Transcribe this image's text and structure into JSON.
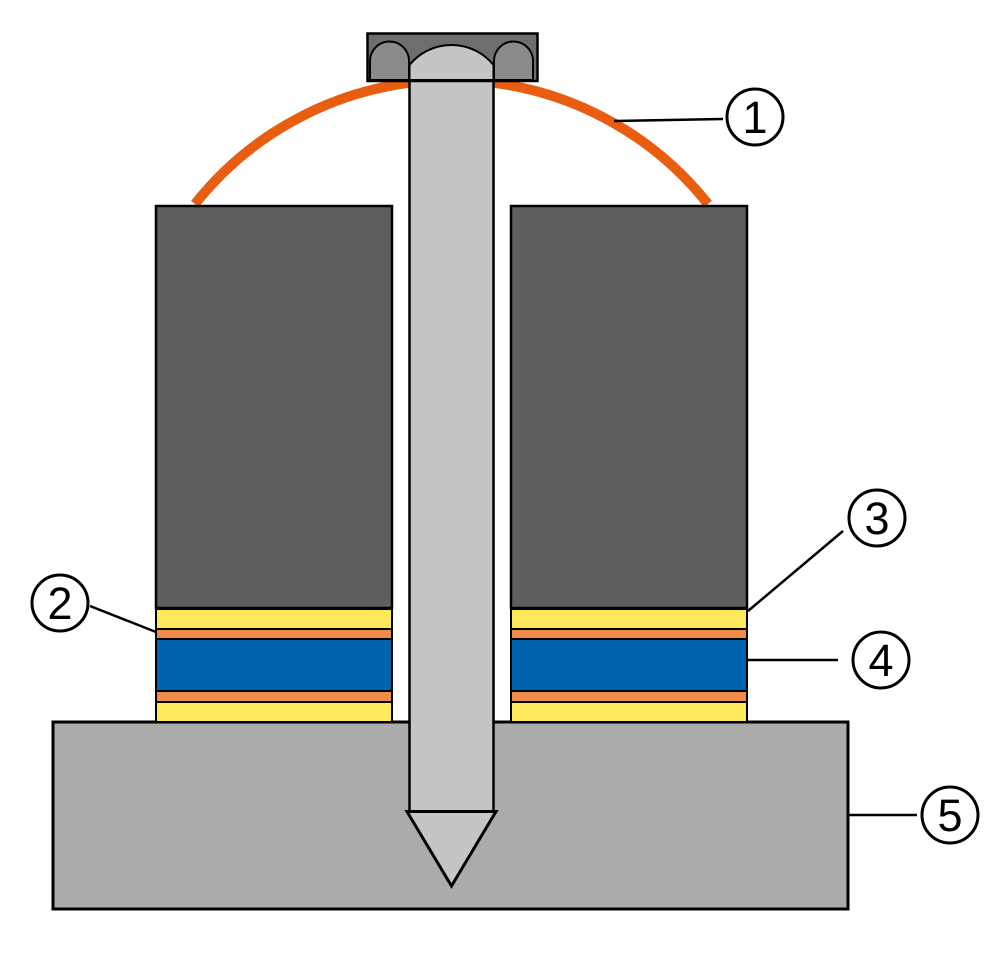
{
  "diagram": {
    "type": "technical-cross-section",
    "description": "Bolted joint cross-section with hex bolt clamping two dark blocks over a layered gasket stack onto a base plate, with five numbered callouts",
    "callouts": [
      {
        "number": "1",
        "points_to": "orange-arc-spring-element"
      },
      {
        "number": "2",
        "points_to": "upper-orange-interface-layer"
      },
      {
        "number": "3",
        "points_to": "upper-yellow-layer"
      },
      {
        "number": "4",
        "points_to": "blue-core-layer"
      },
      {
        "number": "5",
        "points_to": "base-plate"
      }
    ],
    "colors": {
      "arc_orange": "#E85D0F",
      "layer_yellow": "#FDE95A",
      "layer_orange": "#F08B4C",
      "layer_blue": "#0063AE",
      "block_dark_gray": "#5F5F5F",
      "bolt_shaft_gray": "#C5C5C5",
      "bolt_facet_mid_gray": "#8A8A8A",
      "bolt_head_dark_gray": "#6E6E6E",
      "base_gray": "#ABABAB",
      "outline_black": "#000000",
      "background_white": "#FFFFFF"
    }
  }
}
